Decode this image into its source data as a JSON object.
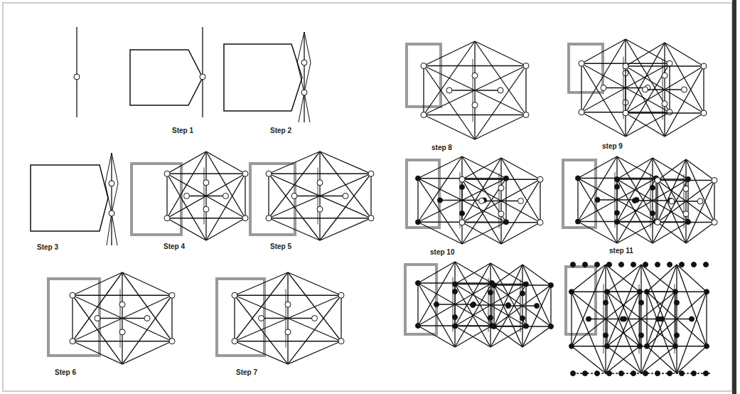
{
  "diagram": {
    "labels": [
      "Step 1",
      "Step 2",
      "Step 3",
      "Step 4",
      "Step 5",
      "Step 6",
      "Step 7",
      "step 8",
      "step 9",
      "step 10",
      "step 11"
    ]
  }
}
